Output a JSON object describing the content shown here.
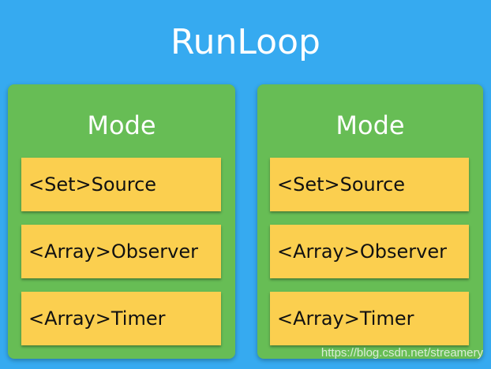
{
  "title": "RunLoop",
  "modes": [
    {
      "label": "Mode",
      "items": [
        "<Set>Source",
        "<Array>Observer",
        "<Array>Timer"
      ]
    },
    {
      "label": "Mode",
      "items": [
        "<Set>Source",
        "<Array>Observer",
        "<Array>Timer"
      ]
    }
  ],
  "watermark": "https://blog.csdn.net/streamery",
  "colors": {
    "background": "#36aaf0",
    "mode": "#67bd55",
    "item": "#fbcf4f"
  }
}
